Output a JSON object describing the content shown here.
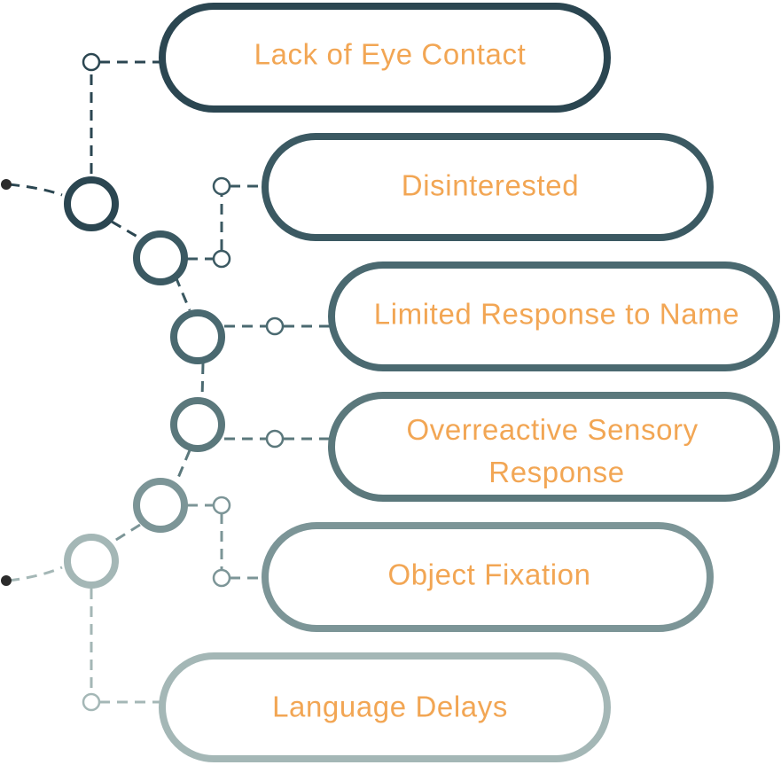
{
  "colors": {
    "text": "#F2A654",
    "shades": [
      "#2B4651",
      "#3B5962",
      "#4A6970",
      "#5B787C",
      "#7C9597",
      "#A4B7B6"
    ]
  },
  "items": [
    {
      "label": "Lack of Eye Contact"
    },
    {
      "label": "Disinterested"
    },
    {
      "label": "Limited Response to Name"
    },
    {
      "label": "Overreactive Sensory Response"
    },
    {
      "label": "Object Fixation"
    },
    {
      "label": "Language Delays"
    }
  ]
}
